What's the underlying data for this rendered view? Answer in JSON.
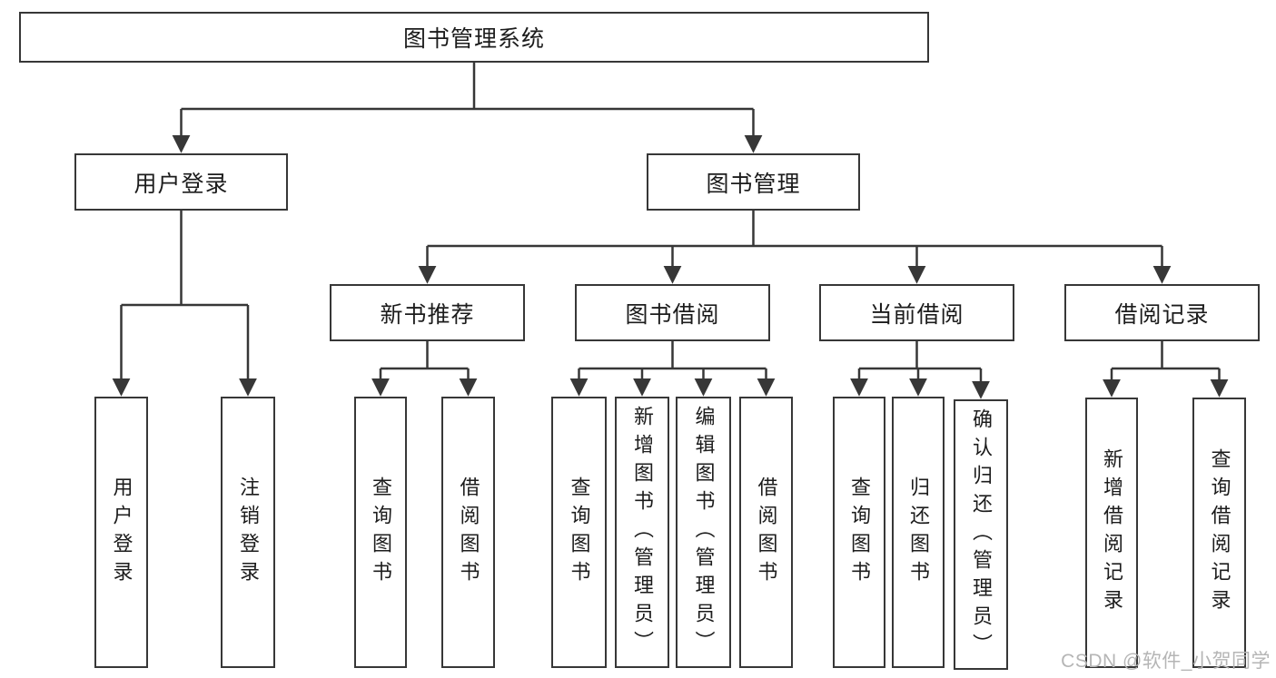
{
  "diagram": {
    "root": {
      "label": "图书管理系统"
    },
    "branches": [
      {
        "label": "用户登录",
        "children": [
          {
            "label": "用户登录"
          },
          {
            "label": "注销登录"
          }
        ]
      },
      {
        "label": "图书管理",
        "children": [
          {
            "label": "新书推荐",
            "children": [
              {
                "label": "查询图书"
              },
              {
                "label": "借阅图书"
              }
            ]
          },
          {
            "label": "图书借阅",
            "children": [
              {
                "label": "查询图书"
              },
              {
                "label": "新增图书（管理员）"
              },
              {
                "label": "编辑图书（管理员）"
              },
              {
                "label": "借阅图书"
              }
            ]
          },
          {
            "label": "当前借阅",
            "children": [
              {
                "label": "查询图书"
              },
              {
                "label": "归还图书"
              },
              {
                "label": "确认归还（管理员）"
              }
            ]
          },
          {
            "label": "借阅记录",
            "children": [
              {
                "label": "新增借阅记录"
              },
              {
                "label": "查询借阅记录"
              }
            ]
          }
        ]
      }
    ]
  },
  "watermark": {
    "text": "CSDN @软件_小贺同学"
  },
  "colors": {
    "line": "#373737",
    "text": "#1c1c1c",
    "box_background": "#ffffff",
    "page_background": "#ffffff",
    "watermark": "#b5b5b5"
  }
}
